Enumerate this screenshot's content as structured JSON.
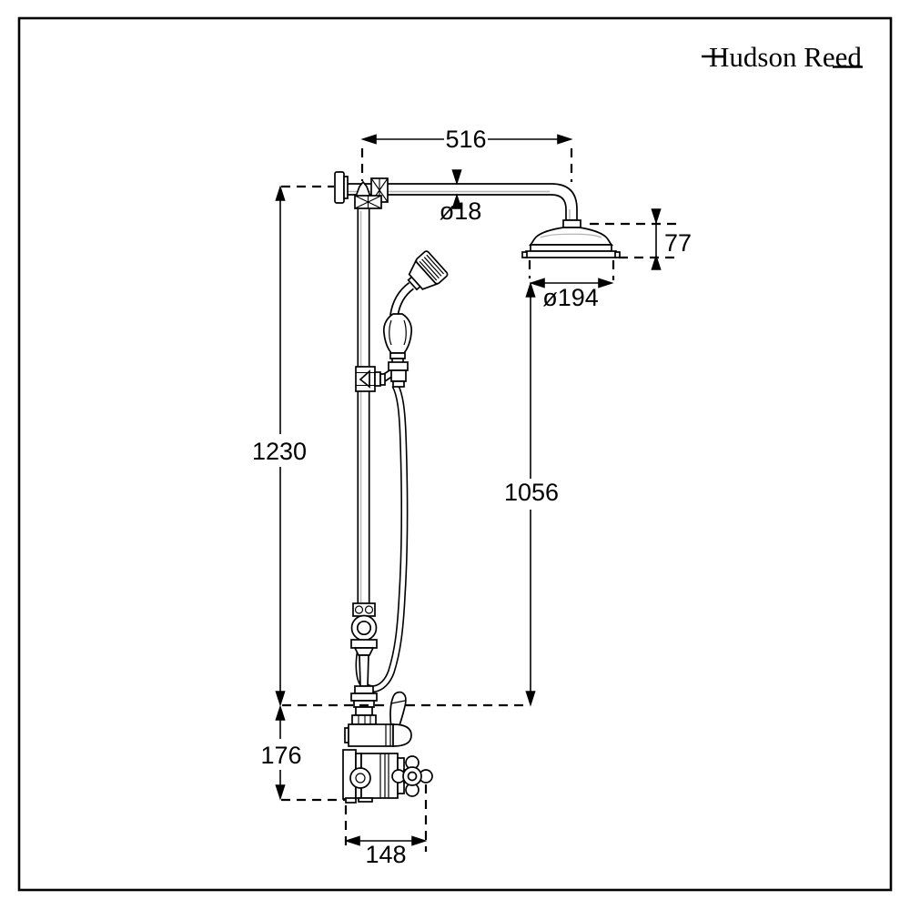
{
  "logo": {
    "text": "Hudson Reed"
  },
  "drawing": {
    "subject": "thermostatic-shower-column-technical-drawing",
    "colors": {
      "line": "#000000",
      "background": "#ffffff",
      "shading": "#b5b5b5"
    }
  },
  "dims": {
    "arm_length": "516",
    "arm_pipe_diameter": "ø18",
    "head_height": "77",
    "head_diameter": "ø194",
    "overall_height": "1230",
    "head_to_valve": "1056",
    "valve_height": "176",
    "valve_width": "148"
  }
}
